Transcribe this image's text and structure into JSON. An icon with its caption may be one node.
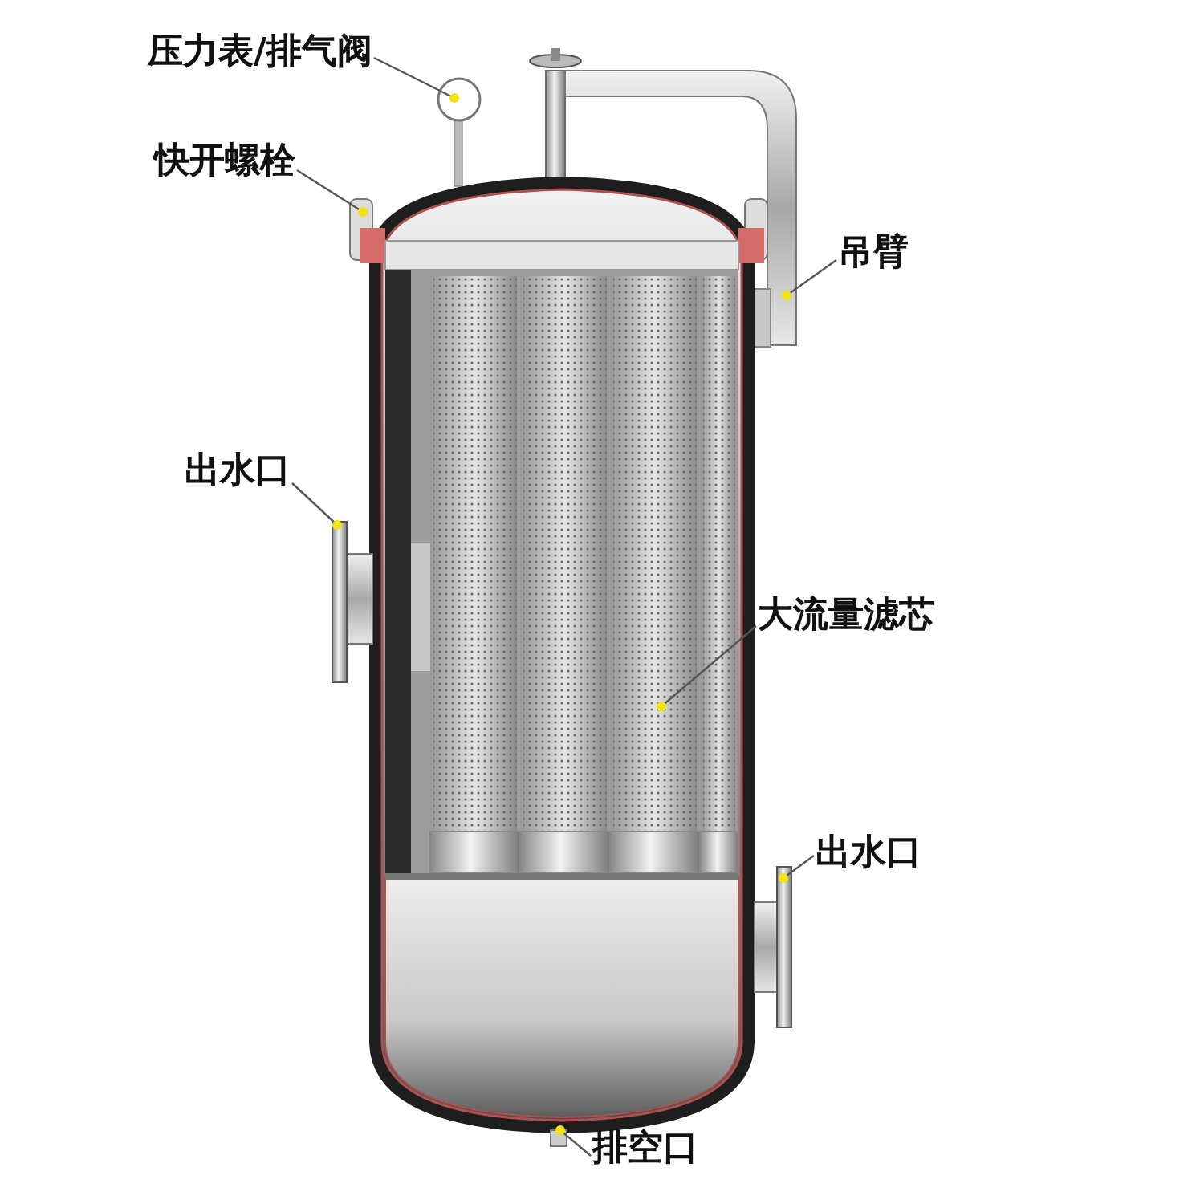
{
  "diagram": {
    "nodes": [
      {
        "text": [
          "压力表/排气阀"
        ]
      },
      {
        "text": [
          "快开螺栓"
        ]
      },
      {
        "text": [
          "吊臂"
        ]
      },
      {
        "text": [
          "出水口"
        ]
      },
      {
        "text": [
          "大流量滤芯"
        ]
      },
      {
        "text": [
          "出水口"
        ]
      },
      {
        "text": [
          "排空口"
        ]
      }
    ],
    "edges": [
      {
        "from": 0,
        "to": null,
        "arrow": "other"
      },
      {
        "from": 1,
        "to": null,
        "arrow": "other"
      },
      {
        "from": 2,
        "to": null,
        "arrow": "other"
      },
      {
        "from": 3,
        "to": null,
        "arrow": "other"
      },
      {
        "from": 4,
        "to": null,
        "arrow": "other"
      },
      {
        "from": 5,
        "to": null,
        "arrow": "other"
      },
      {
        "from": 6,
        "to": null,
        "arrow": "other"
      }
    ]
  }
}
